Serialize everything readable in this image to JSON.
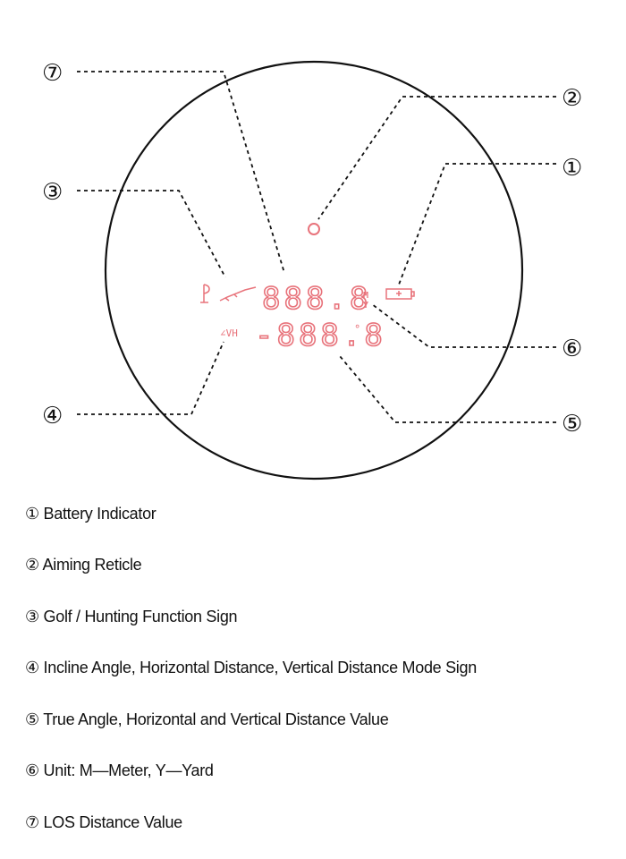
{
  "display": {
    "los_distance": "888.8",
    "angle_value": "-888.8",
    "degree_sign": "°",
    "unit_top": "M",
    "unit_bottom": "Y",
    "mode_sign": "∠VH",
    "lcd_color": "#e8737b",
    "icons": [
      "golf-flag-icon",
      "rifle-icon",
      "battery-icon",
      "reticle-icon"
    ]
  },
  "callouts": [
    "①",
    "②",
    "③",
    "④",
    "⑤",
    "⑥",
    "⑦"
  ],
  "legend": [
    "① Battery Indicator",
    "② Aiming Reticle",
    "③ Golf / Hunting Function Sign",
    "④ Incline Angle, Horizontal Distance, Vertical Distance Mode Sign",
    "⑤ True Angle, Horizontal and Vertical Distance Value",
    "⑥ Unit: M—Meter, Y—Yard",
    "⑦ LOS Distance Value"
  ]
}
